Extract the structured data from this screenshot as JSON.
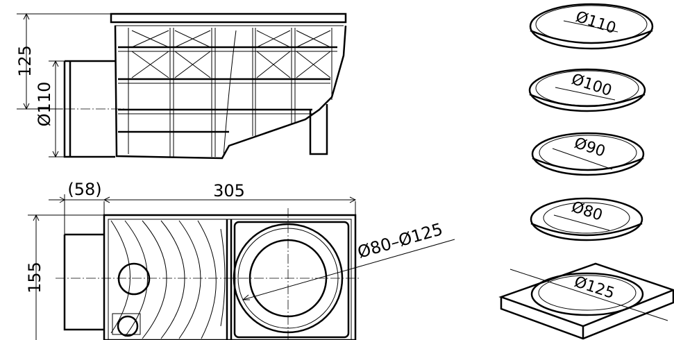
{
  "dimensions": {
    "height_top": "125",
    "diameter_outlet": "Ø110",
    "offset": "(58)",
    "length": "305",
    "width": "155",
    "inlet_range": "Ø80–Ø125"
  },
  "rings": [
    {
      "label": "Ø110"
    },
    {
      "label": "Ø100"
    },
    {
      "label": "Ø90"
    },
    {
      "label": "Ø80"
    }
  ],
  "square_frame": {
    "label": "Ø125"
  }
}
